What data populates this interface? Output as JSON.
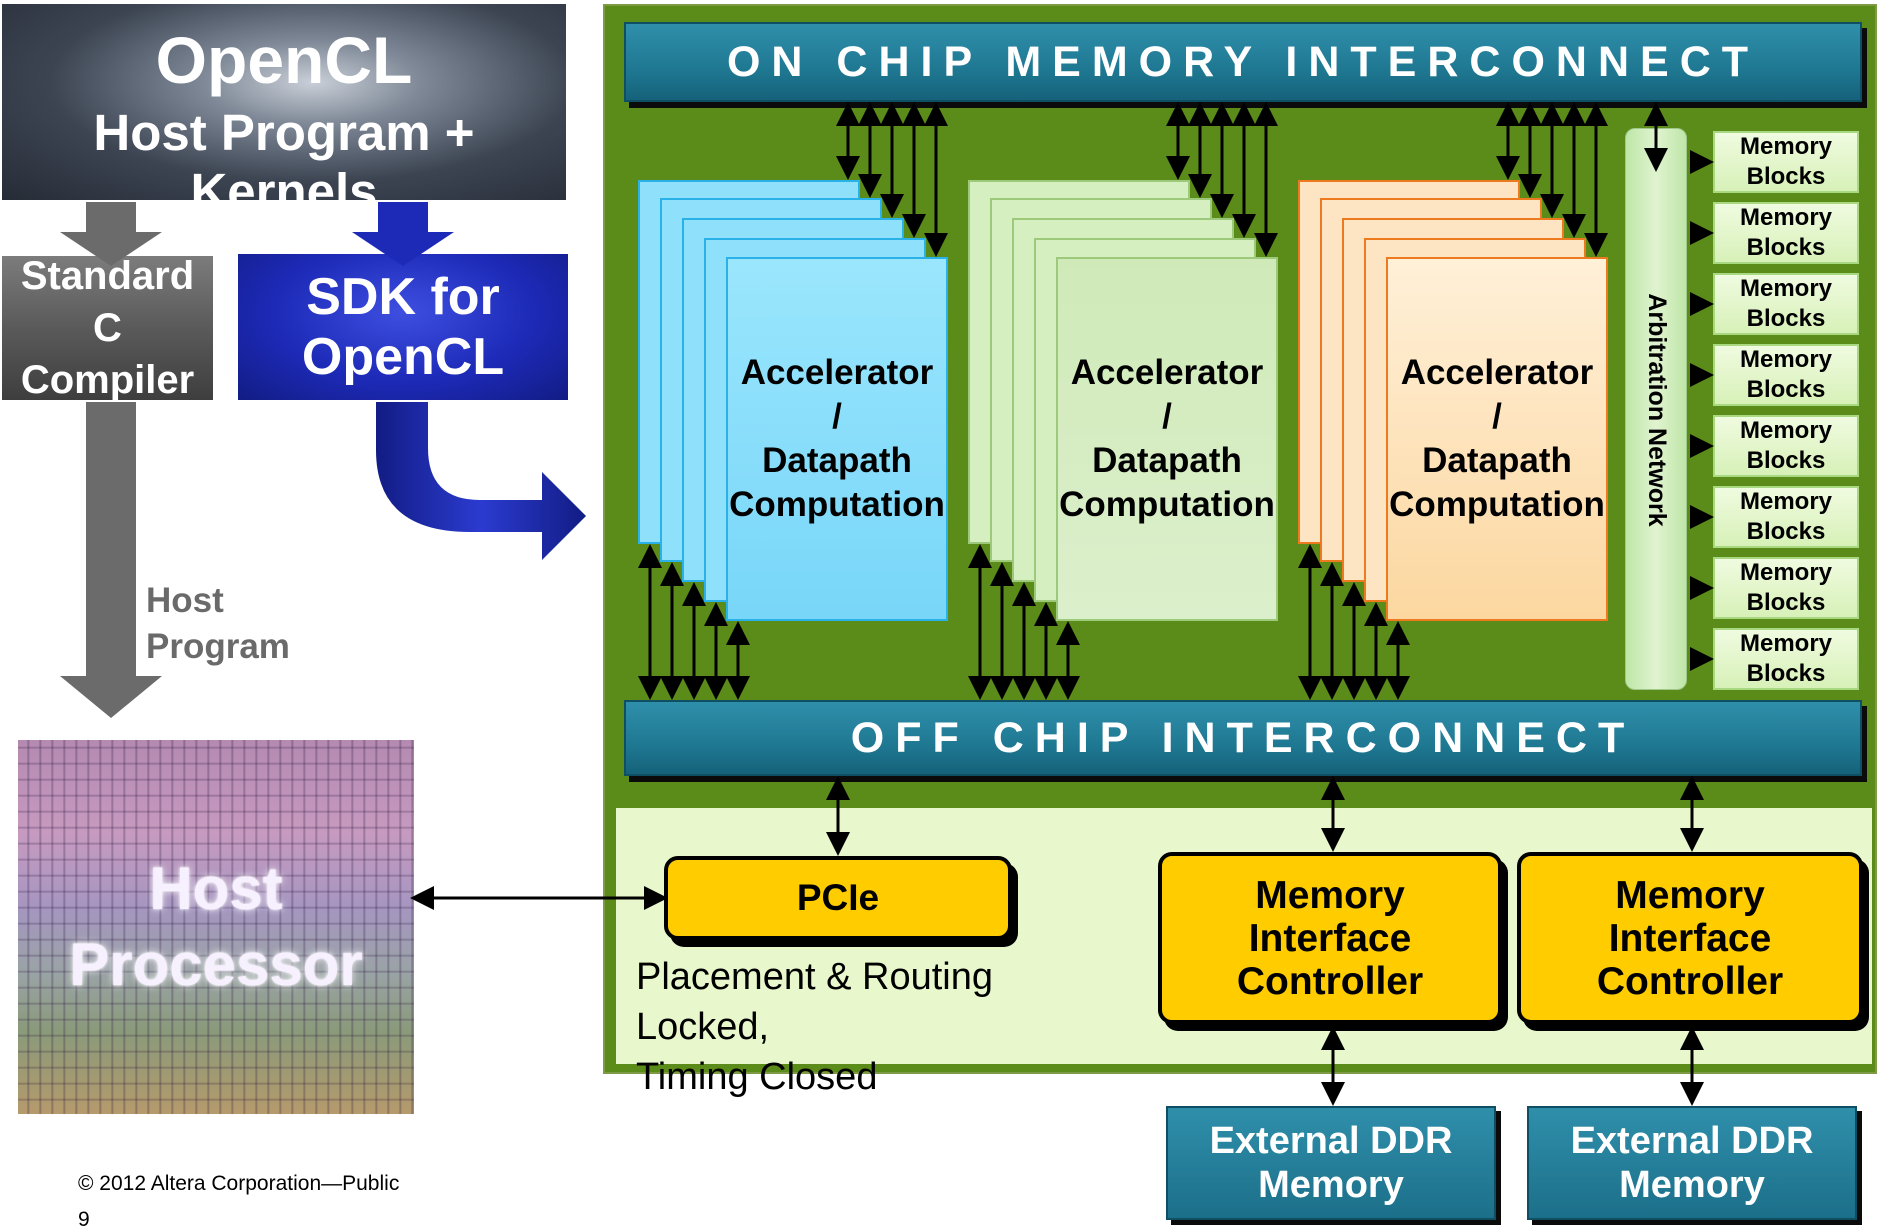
{
  "opencl": {
    "title": "OpenCL",
    "subtitle": "Host Program + Kernels"
  },
  "standard_c": {
    "line1": "Standard C",
    "line2": "Compiler"
  },
  "sdk": {
    "line1": "SDK for",
    "line2": "OpenCL"
  },
  "host_program_label": {
    "line1": "Host",
    "line2": "Program"
  },
  "host_processor": {
    "line1": "Host",
    "line2": "Processor"
  },
  "footer": {
    "copyright": "© 2012 Altera Corporation—Public",
    "page": "9"
  },
  "on_chip": "On Chip Memory Interconnect",
  "off_chip": "Off Chip Interconnect",
  "accelerator": {
    "line1": "Accelerator",
    "line2": "/",
    "line3": "Datapath",
    "line4": "Computation"
  },
  "arbitration": "Arbitration Network",
  "memory_blocks": [
    {
      "line1": "Memory",
      "line2": "Blocks"
    },
    {
      "line1": "Memory",
      "line2": "Blocks"
    },
    {
      "line1": "Memory",
      "line2": "Blocks"
    },
    {
      "line1": "Memory",
      "line2": "Blocks"
    },
    {
      "line1": "Memory",
      "line2": "Blocks"
    },
    {
      "line1": "Memory",
      "line2": "Blocks"
    },
    {
      "line1": "Memory",
      "line2": "Blocks"
    },
    {
      "line1": "Memory",
      "line2": "Blocks"
    }
  ],
  "pcie": "PCIe",
  "placement": {
    "line1": "Placement & Routing Locked,",
    "line2": "Timing Closed"
  },
  "mic": {
    "line1": "Memory",
    "line2": "Interface",
    "line3": "Controller"
  },
  "ddr": {
    "line1": "External DDR",
    "line2": "Memory"
  },
  "colors": {
    "fpga_green": "#5b8c1a",
    "interconnect_teal": "#1f7892",
    "controller_yellow": "#ffcc00",
    "sdk_blue": "#1d2ab8"
  }
}
